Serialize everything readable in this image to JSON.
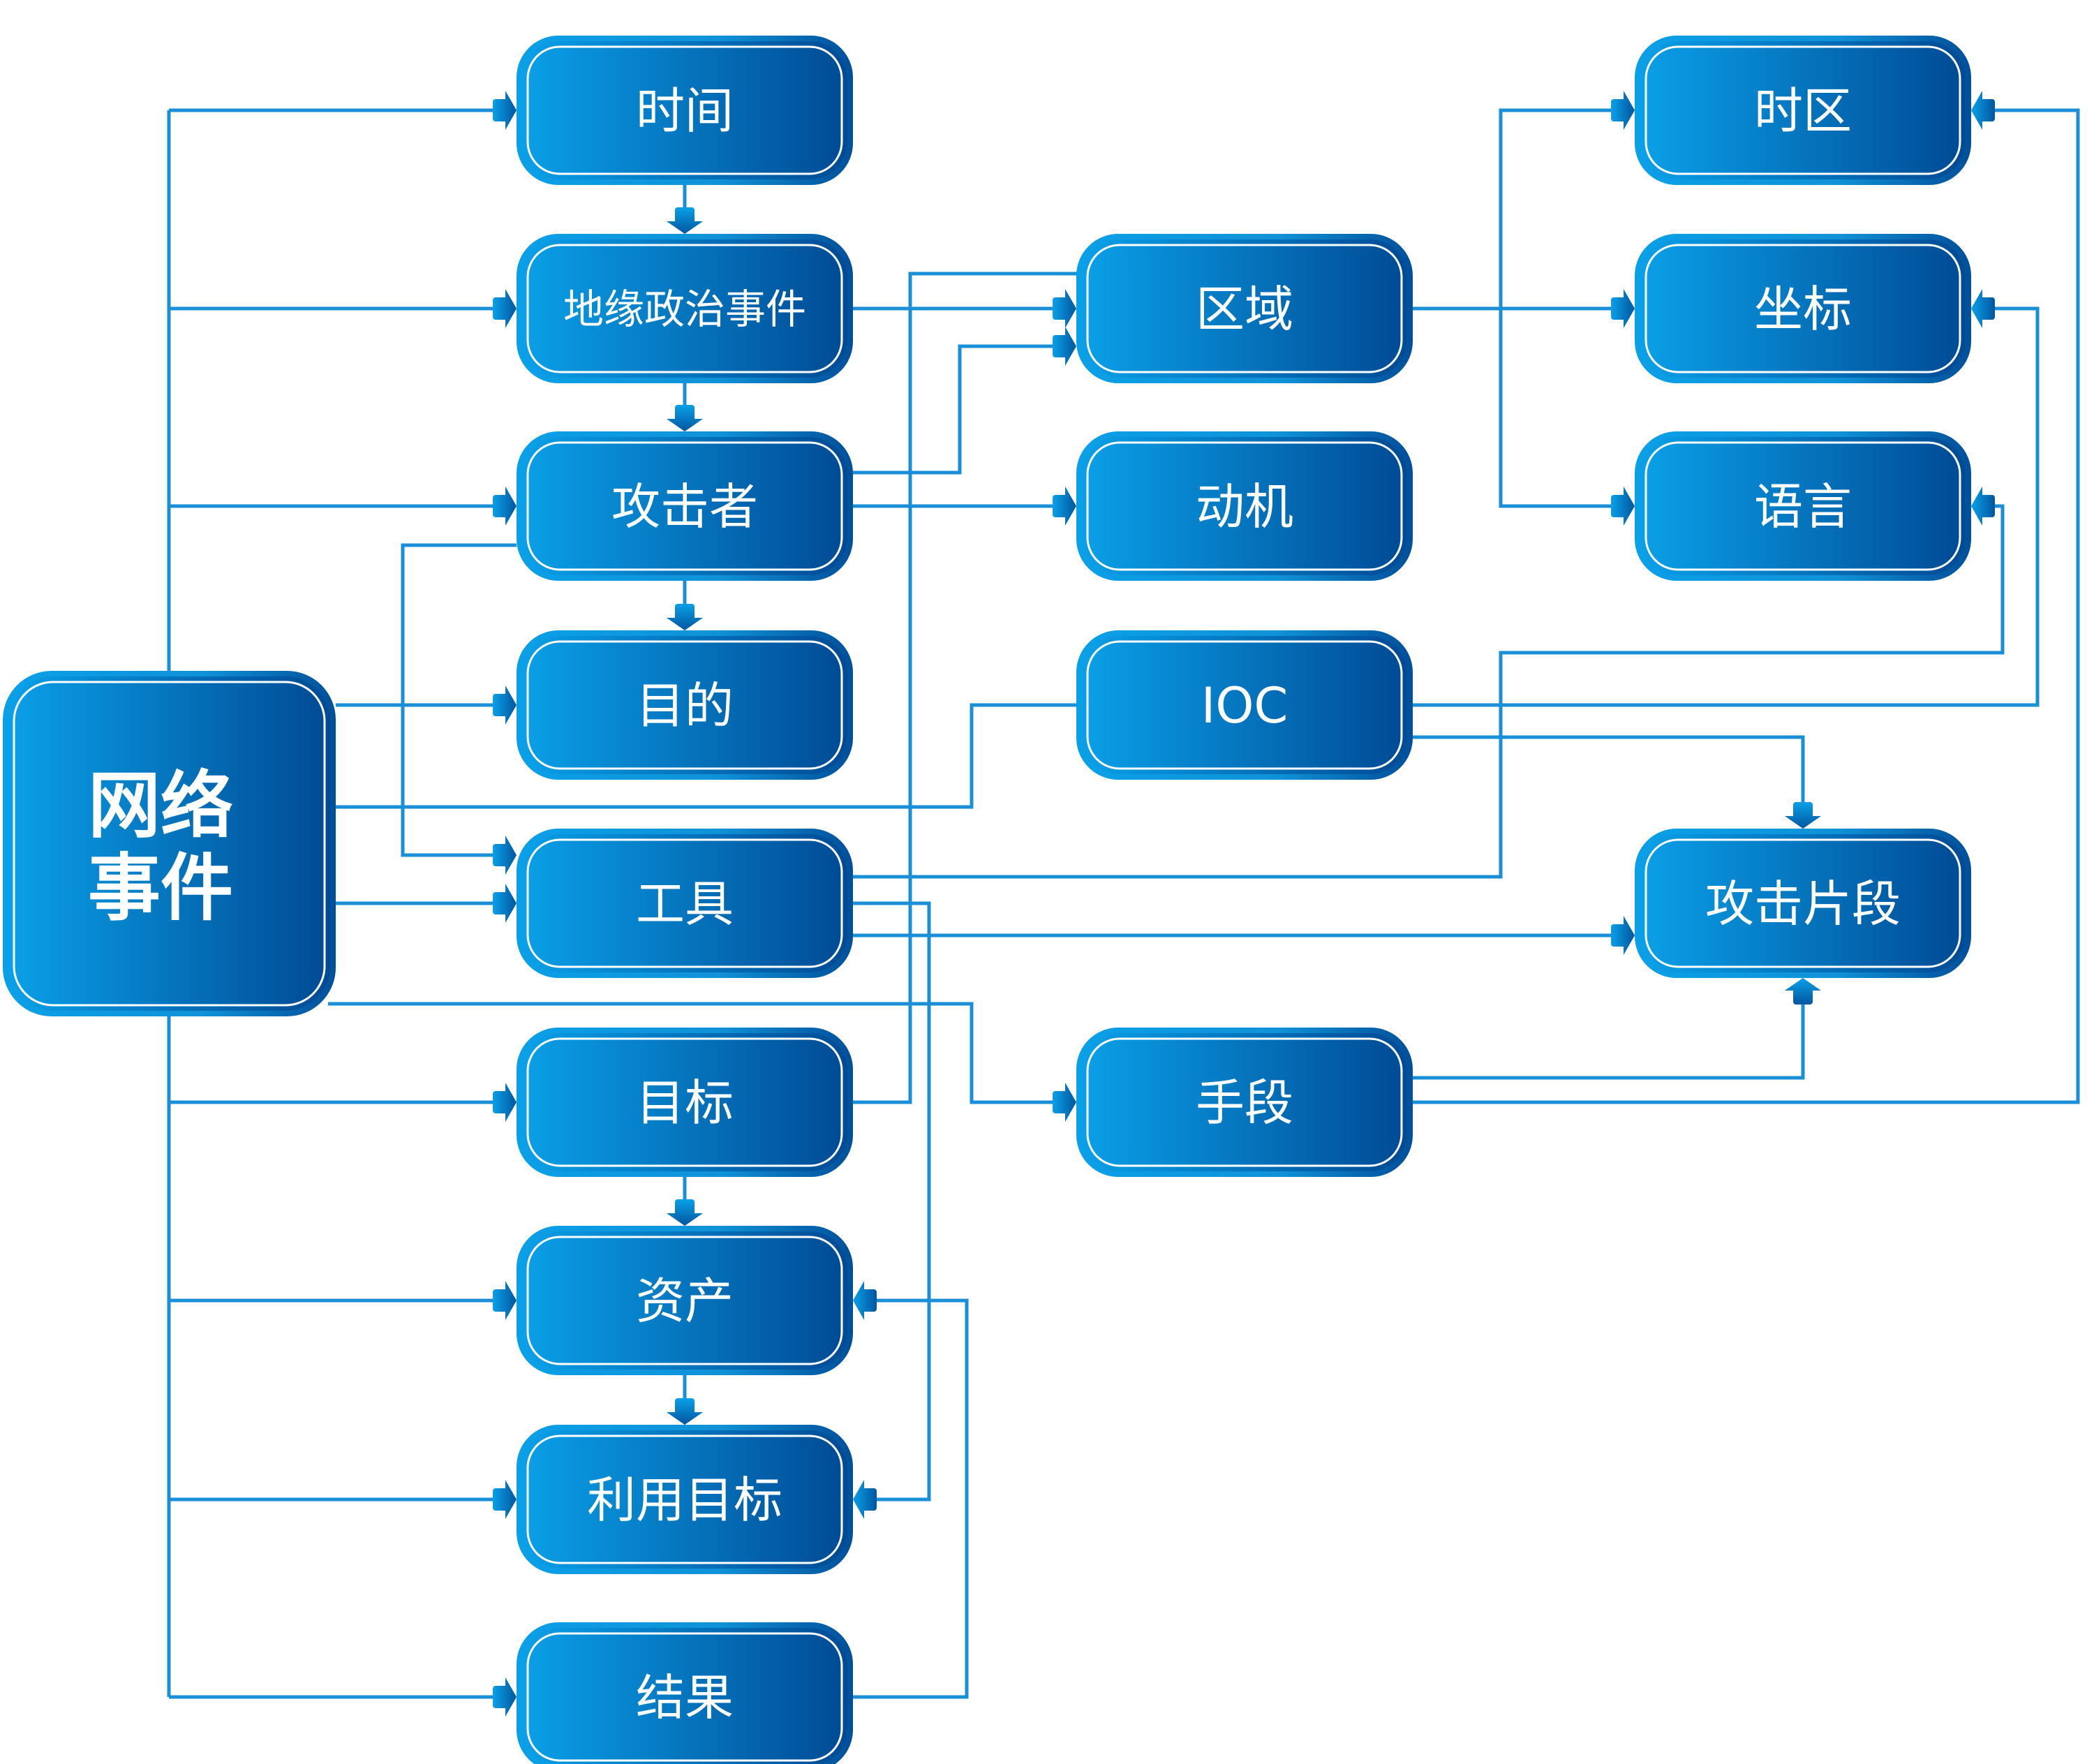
{
  "diagram": {
    "title": "网络事件",
    "colors": {
      "line": "#1a8fd8",
      "box_light": "#0aa0e8",
      "box_dark": "#004a94",
      "box_border": "#1399e0",
      "inner_stroke": "#ffffff"
    },
    "nodes": [
      {
        "id": "main",
        "label_lines": [
          "网络",
          "事件"
        ]
      },
      {
        "id": "time",
        "label": "时间"
      },
      {
        "id": "geo",
        "label": "地缘政治事件"
      },
      {
        "id": "attacker",
        "label": "攻击者"
      },
      {
        "id": "purpose",
        "label": "目的"
      },
      {
        "id": "tool",
        "label": "工具"
      },
      {
        "id": "target",
        "label": "目标"
      },
      {
        "id": "asset",
        "label": "资产"
      },
      {
        "id": "exploit",
        "label": "利用目标"
      },
      {
        "id": "result",
        "label": "结果"
      },
      {
        "id": "region",
        "label": "区域"
      },
      {
        "id": "motive",
        "label": "动机"
      },
      {
        "id": "ioc",
        "label": "IOC"
      },
      {
        "id": "method",
        "label": "手段"
      },
      {
        "id": "timezone",
        "label": "时区"
      },
      {
        "id": "coord",
        "label": "坐标"
      },
      {
        "id": "lang",
        "label": "语言"
      },
      {
        "id": "fragment",
        "label": "攻击片段"
      }
    ],
    "edges": [
      {
        "from": "main",
        "to": "time"
      },
      {
        "from": "main",
        "to": "geo"
      },
      {
        "from": "main",
        "to": "attacker"
      },
      {
        "from": "main",
        "to": "purpose"
      },
      {
        "from": "main",
        "to": "tool"
      },
      {
        "from": "main",
        "to": "target"
      },
      {
        "from": "main",
        "to": "asset"
      },
      {
        "from": "main",
        "to": "exploit"
      },
      {
        "from": "main",
        "to": "result"
      },
      {
        "from": "main",
        "to": "ioc"
      },
      {
        "from": "main",
        "to": "method"
      },
      {
        "from": "time",
        "to": "geo"
      },
      {
        "from": "geo",
        "to": "attacker"
      },
      {
        "from": "attacker",
        "to": "purpose"
      },
      {
        "from": "target",
        "to": "asset"
      },
      {
        "from": "asset",
        "to": "exploit"
      },
      {
        "from": "attacker",
        "to": "tool"
      },
      {
        "from": "geo",
        "to": "region"
      },
      {
        "from": "attacker",
        "to": "region"
      },
      {
        "from": "target",
        "to": "region"
      },
      {
        "from": "attacker",
        "to": "motive"
      },
      {
        "from": "region",
        "to": "timezone"
      },
      {
        "from": "region",
        "to": "coord"
      },
      {
        "from": "region",
        "to": "lang"
      },
      {
        "from": "tool",
        "to": "lang"
      },
      {
        "from": "ioc",
        "to": "coord"
      },
      {
        "from": "ioc",
        "to": "fragment"
      },
      {
        "from": "tool",
        "to": "fragment"
      },
      {
        "from": "method",
        "to": "fragment"
      },
      {
        "from": "method",
        "to": "timezone"
      },
      {
        "from": "tool",
        "to": "exploit"
      },
      {
        "from": "result",
        "to": "asset"
      }
    ]
  }
}
